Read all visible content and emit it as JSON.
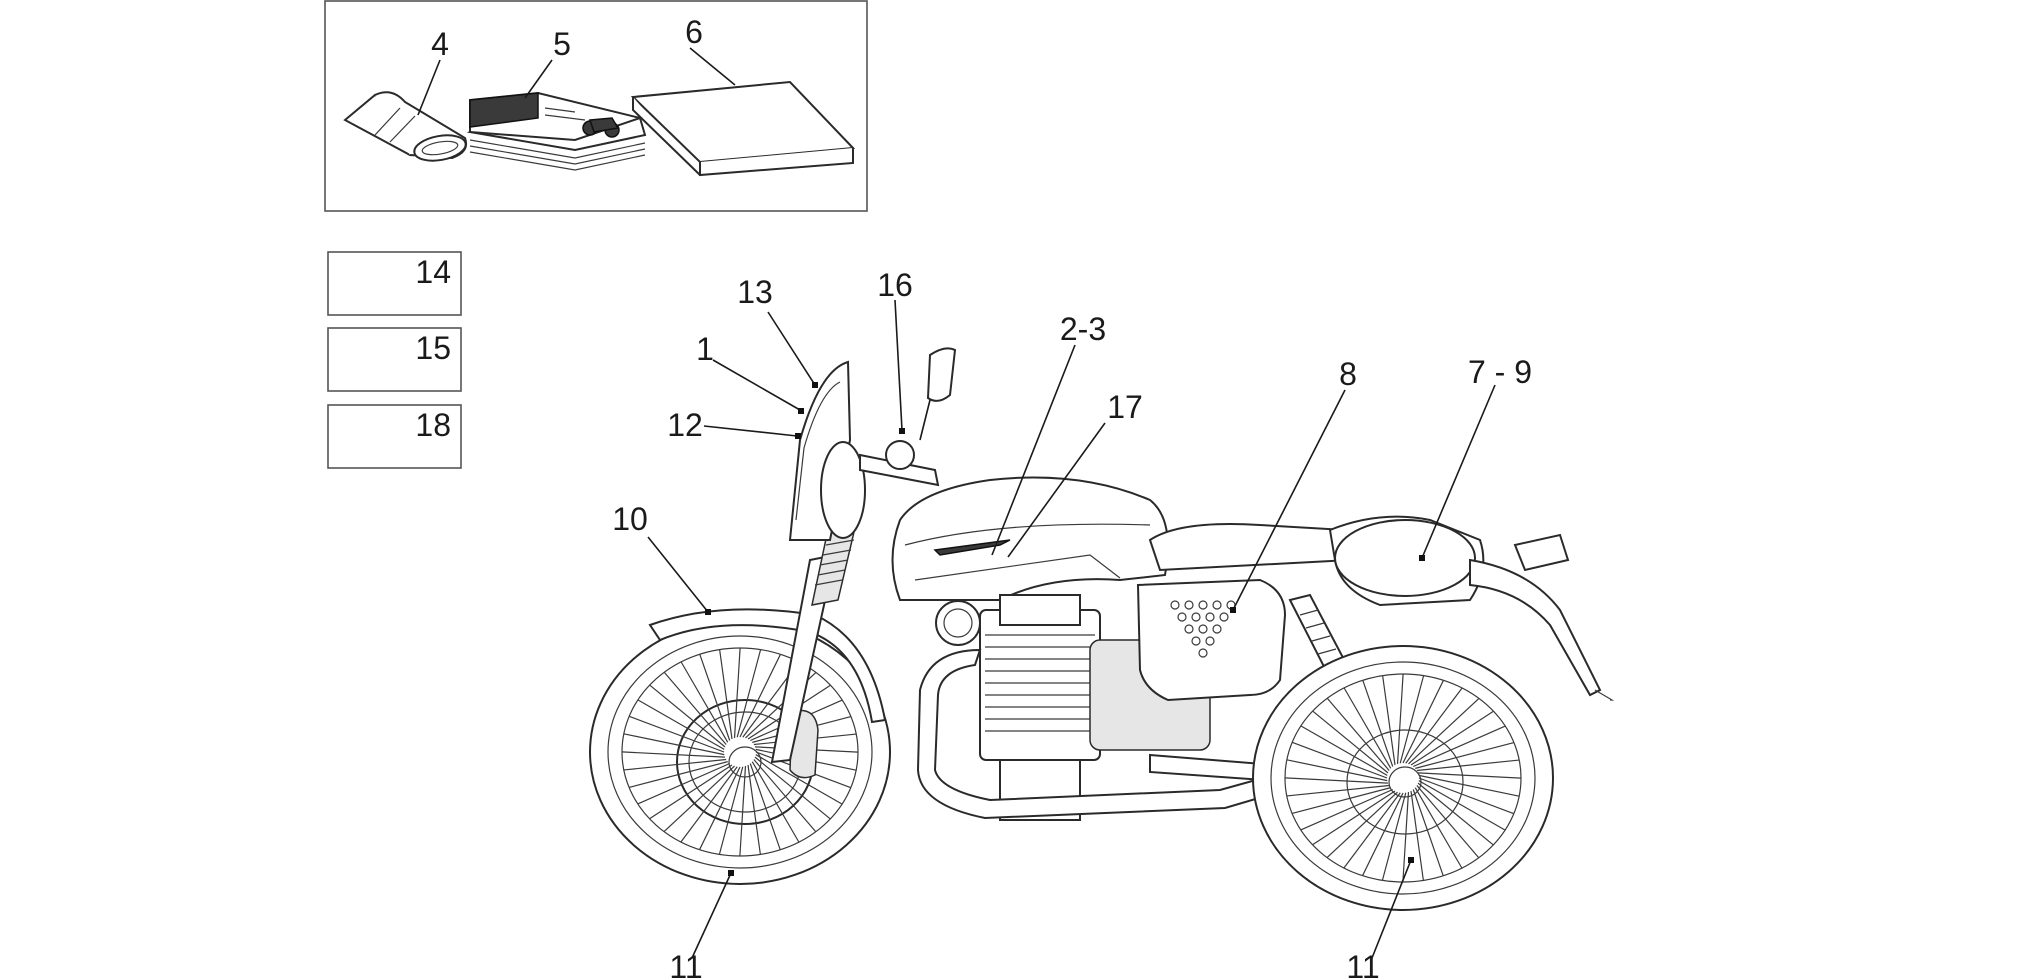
{
  "diagram": {
    "accessory_labels": {
      "item4": "4",
      "item5": "5",
      "item6": "6"
    },
    "extra_boxes": {
      "box14": "14",
      "box15": "15",
      "box18": "18"
    },
    "callouts": {
      "c1": "1",
      "c2_3": "2-3",
      "c7_9": "7 - 9",
      "c8": "8",
      "c10": "10",
      "c11_front": "11",
      "c11_rear": "11",
      "c12": "12",
      "c13": "13",
      "c16": "16",
      "c17": "17"
    }
  }
}
